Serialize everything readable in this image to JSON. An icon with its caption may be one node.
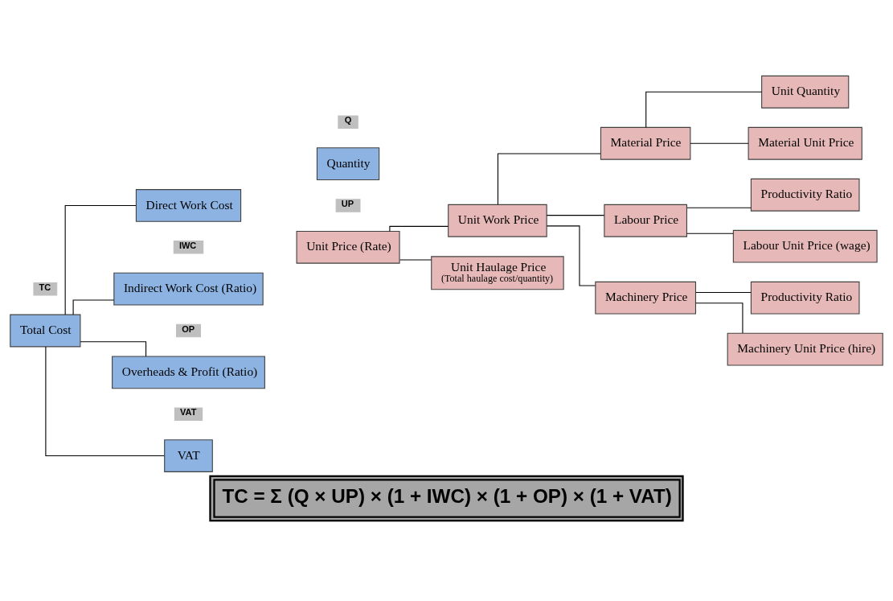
{
  "diagram": {
    "caption": "TC = Σ (Q × UP) × (1 + IWC) × (1 + OP) × (1 + VAT)",
    "nodes": [
      {
        "text": [
          "Total Cost"
        ],
        "beside": [
          "TC"
        ]
      },
      {
        "text": [
          "Direct Work Cost"
        ]
      },
      {
        "text": [
          "Quantity"
        ],
        "beside": [
          "Q"
        ]
      },
      {
        "text": [
          "Unit Price (Rate)"
        ],
        "beside": [
          "UP"
        ]
      },
      {
        "text": [
          "Indirect Work Cost (Ratio)"
        ],
        "beside": [
          "IWC"
        ]
      },
      {
        "text": [
          "Overheads & Profit (Ratio)"
        ],
        "beside": [
          "OP"
        ]
      },
      {
        "text": [
          "VAT"
        ],
        "beside": [
          "VAT"
        ]
      },
      {
        "text": [
          "Unit Work Price"
        ]
      },
      {
        "text": [
          "Unit Haulage Price",
          "(Total haulage cost/quantity)"
        ]
      },
      {
        "text": [
          "Material Price"
        ]
      },
      {
        "text": [
          "Labour Price"
        ]
      },
      {
        "text": [
          "Machinery Price"
        ]
      },
      {
        "text": [
          "Unit Quantity"
        ]
      },
      {
        "text": [
          "Material Unit Price"
        ]
      },
      {
        "text": [
          "Productivity Ratio"
        ]
      },
      {
        "text": [
          "Labour Unit Price (wage)"
        ]
      },
      {
        "text": [
          "Productivity Ratio"
        ]
      },
      {
        "text": [
          "Machinery Unit Price (hire)"
        ]
      }
    ],
    "edges": [
      {
        "from": 0,
        "to": 1,
        "arrow": "none"
      },
      {
        "from": 0,
        "to": 4,
        "arrow": "none"
      },
      {
        "from": 0,
        "to": 5,
        "arrow": "none"
      },
      {
        "from": 0,
        "to": 6,
        "arrow": "none"
      },
      {
        "from": 3,
        "to": 7,
        "arrow": "none"
      },
      {
        "from": 3,
        "to": 8,
        "arrow": "none"
      },
      {
        "from": 7,
        "to": 9,
        "arrow": "none"
      },
      {
        "from": 7,
        "to": 10,
        "arrow": "none"
      },
      {
        "from": 7,
        "to": 11,
        "arrow": "none"
      },
      {
        "from": 9,
        "to": 12,
        "arrow": "none"
      },
      {
        "from": 9,
        "to": 13,
        "arrow": "none"
      },
      {
        "from": 10,
        "to": 14,
        "arrow": "none"
      },
      {
        "from": 10,
        "to": 15,
        "arrow": "none"
      },
      {
        "from": 11,
        "to": 16,
        "arrow": "none"
      },
      {
        "from": 11,
        "to": 17,
        "arrow": "none"
      }
    ]
  }
}
